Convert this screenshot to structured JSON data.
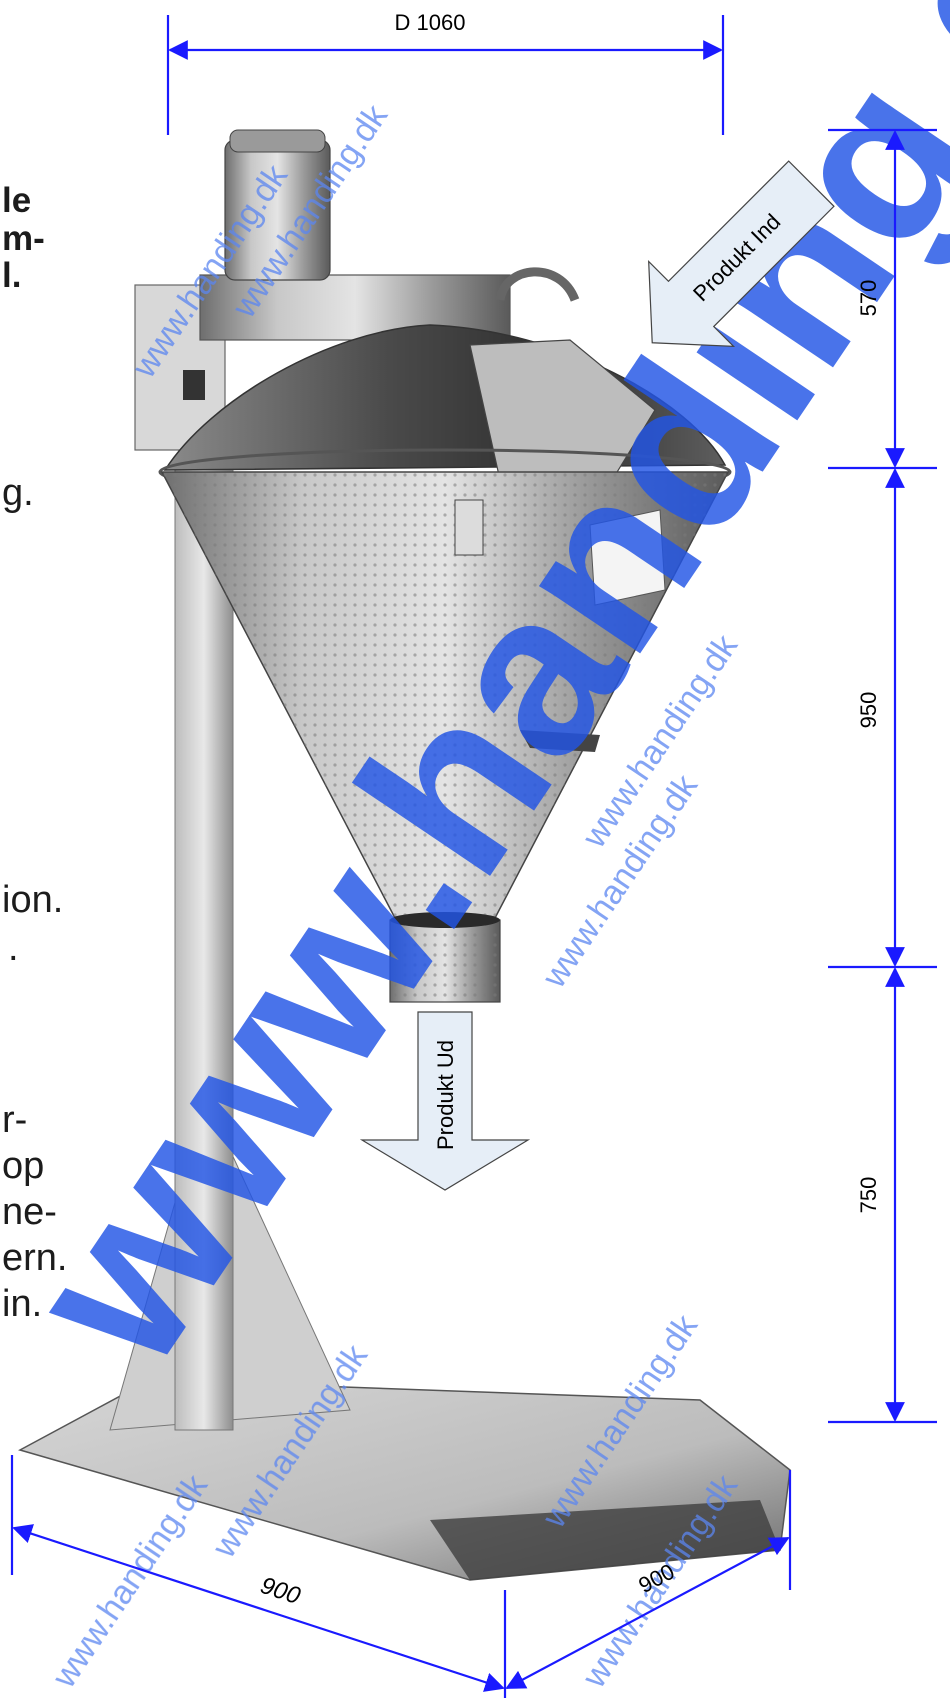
{
  "dimensions": {
    "top_width": "D 1060",
    "section_top": "570",
    "section_middle": "950",
    "section_bottom": "750",
    "base_left": "900",
    "base_right": "900"
  },
  "arrows": {
    "product_in": "Produkt Ind",
    "product_out": "Produkt Ud"
  },
  "left_text_fragments": [
    "le",
    "m-",
    "l.",
    "g.",
    "ion.",
    ".",
    "r-",
    "op",
    "ne-",
    "ern.",
    "in."
  ],
  "watermark": {
    "large": "www.handing.dk",
    "small": "www.handing.dk"
  },
  "colors": {
    "dimension_blue": "#1a1aff",
    "watermark_blue": "#2255e6",
    "arrow_fill": "#e6eef7"
  }
}
